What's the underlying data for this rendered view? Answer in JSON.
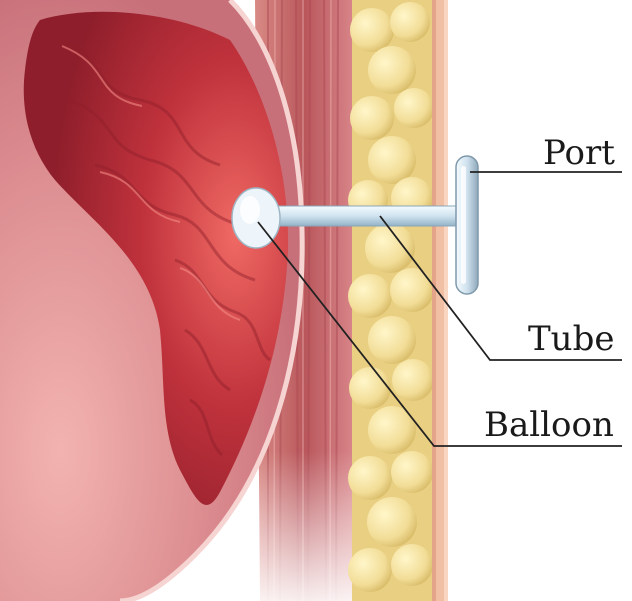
{
  "labels": {
    "port": "Port",
    "tube": "Tube",
    "balloon": "Balloon"
  },
  "colors": {
    "stomach_outer": "#d98a8c",
    "stomach_inner": "#b8343c",
    "muscle": "#c9666a",
    "fat": "#f1dc9a",
    "skin": "#f3c3a8",
    "device": "#dbe8f1",
    "leader_lines": "#222222"
  },
  "icons": {
    "balloon": "balloon-disc",
    "tube": "feeding-tube",
    "port": "external-port"
  }
}
